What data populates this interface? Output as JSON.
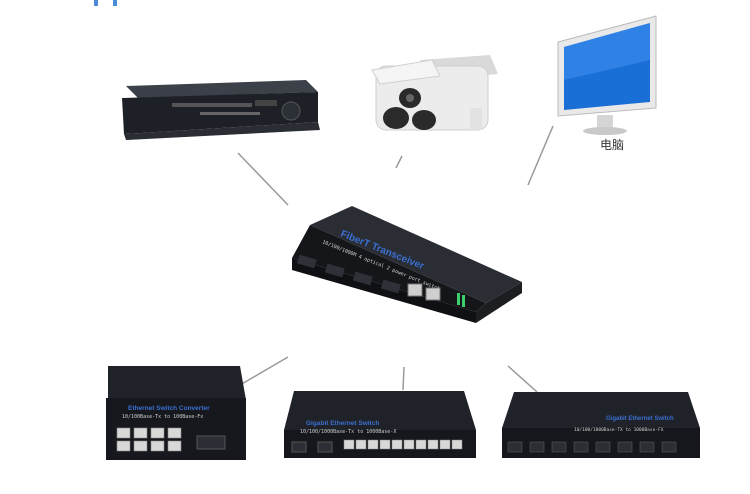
{
  "labels": {
    "computer": "电脑"
  },
  "devices": {
    "center_switch": {
      "title": "FiberT Transceiver",
      "subtitle": "10/100/1000M 4 optical 2 power port switch"
    },
    "left_bottom": {
      "title": "Ethernet Switch Converter",
      "subtitle": "10/100Base-Tx to 100Base-Fx"
    },
    "mid_bottom": {
      "title": "Gigabit Ethernet Switch",
      "subtitle": "10/100/1000Base-Tx to 1000Base-X"
    },
    "right_bottom": {
      "title": "Gigabit Ethernet Switch",
      "subtitle": "10/100/1000Base-TX to 1000Base-FX"
    }
  },
  "colors": {
    "device_body": "#1b1e24",
    "device_text": "#3a6fd0",
    "link_line": "#9a9a9a"
  }
}
